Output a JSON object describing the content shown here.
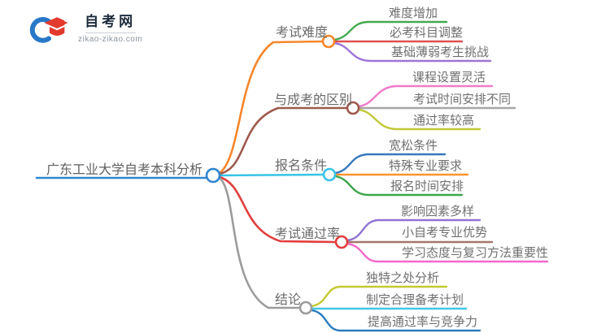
{
  "logo": {
    "title": "自考网",
    "domain": "zikao-zikao.com",
    "colors": {
      "blue": "#2878c8",
      "red": "#e23a2e"
    }
  },
  "mindmap": {
    "root": {
      "label": "广东工业大学自考本科分析",
      "color": "#2e86d0"
    },
    "branches": [
      {
        "label": "考试难度",
        "color": "#f5872c",
        "children": [
          {
            "label": "难度增加",
            "color": "#43a94e"
          },
          {
            "label": "必考科目调整",
            "color": "#e04f4f"
          },
          {
            "label": "基础薄弱考生挑战",
            "color": "#9d75d8"
          }
        ]
      },
      {
        "label": "与成考的区别",
        "color": "#9e5a4d",
        "children": [
          {
            "label": "课程设置灵活",
            "color": "#f07bc8"
          },
          {
            "label": "考试时间安排不同",
            "color": "#a6a6a6"
          },
          {
            "label": "通过率较高",
            "color": "#c2c939"
          }
        ]
      },
      {
        "label": "报名条件",
        "color": "#38c3e6",
        "children": [
          {
            "label": "宽松条件",
            "color": "#3679bd"
          },
          {
            "label": "特殊专业要求",
            "color": "#ff9330"
          },
          {
            "label": "报名时间安排",
            "color": "#3ca64a"
          }
        ]
      },
      {
        "label": "考试通过率",
        "color": "#e23e3e",
        "children": [
          {
            "label": "影响因素多样",
            "color": "#8f74d2"
          },
          {
            "label": "小自考专业优势",
            "color": "#a3766c"
          },
          {
            "label": "学习态度与复习方法重要性",
            "color": "#f468cb"
          }
        ]
      },
      {
        "label": "结论",
        "color": "#9c9c9c",
        "children": [
          {
            "label": "独特之处分析",
            "color": "#c3ca30"
          },
          {
            "label": "制定合理备考计划",
            "color": "#3fc8e4"
          },
          {
            "label": "提高通过率与竞争力",
            "color": "#2b7cc1"
          }
        ]
      }
    ]
  }
}
